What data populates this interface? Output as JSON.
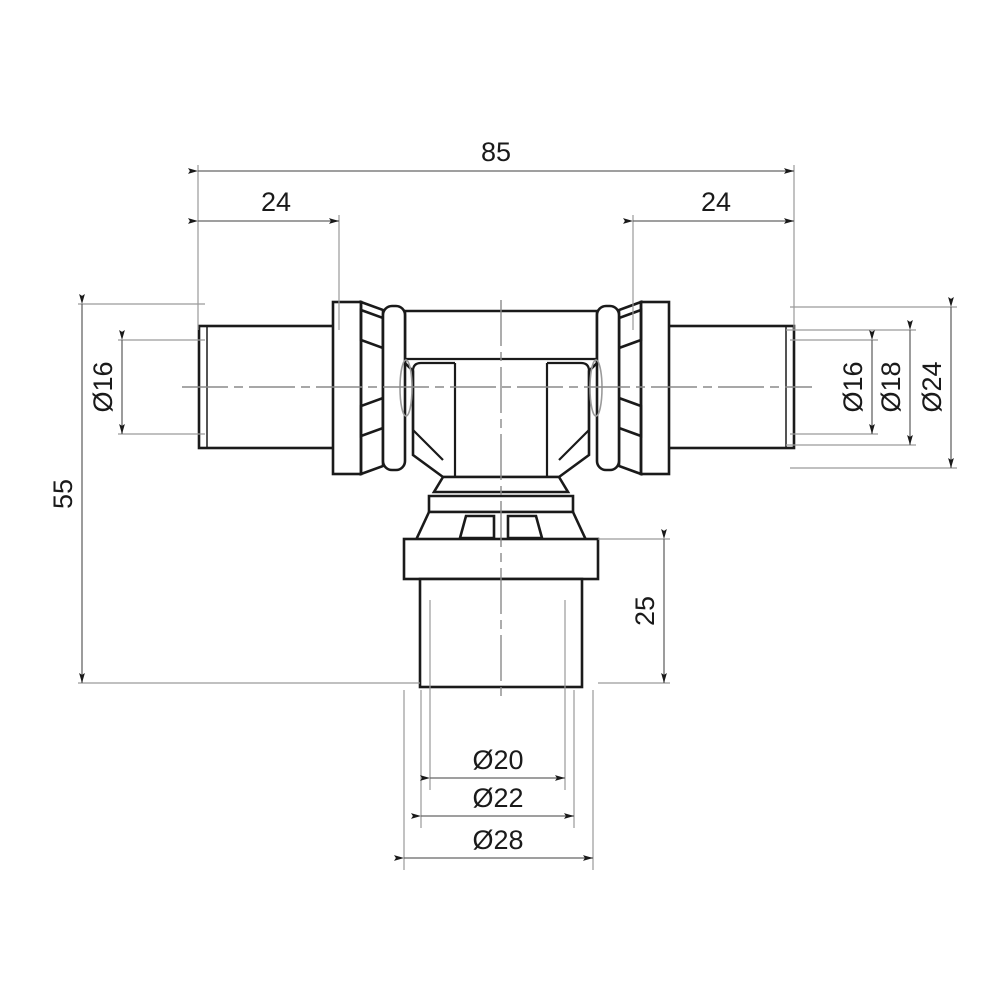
{
  "drawing": {
    "title": "Press fitting tee — dimensioned technical drawing",
    "type": "engineering-drawing",
    "units": "mm",
    "background_color": "#ffffff",
    "line_color": "#1a1a1a",
    "dimension_line_color": "#666666",
    "centerline_color": "#888888"
  },
  "dimensions": {
    "overall_length": "85",
    "left_run": "24",
    "right_run": "24",
    "overall_height": "55",
    "branch_length": "25",
    "left_bore": "Ø16",
    "right_bore": "Ø16",
    "right_mid": "Ø18",
    "right_outer": "Ø24",
    "branch_bore": "Ø20",
    "branch_mid": "Ø22",
    "branch_outer": "Ø28"
  },
  "labels": [
    {
      "id": "len-85",
      "text": "85",
      "orientation": "horizontal"
    },
    {
      "id": "len-24-left",
      "text": "24",
      "orientation": "horizontal"
    },
    {
      "id": "len-24-right",
      "text": "24",
      "orientation": "horizontal"
    },
    {
      "id": "height-55",
      "text": "55",
      "orientation": "vertical"
    },
    {
      "id": "branch-25",
      "text": "25",
      "orientation": "vertical"
    },
    {
      "id": "dia-16-left",
      "text": "Ø16",
      "orientation": "vertical"
    },
    {
      "id": "dia-16-right",
      "text": "Ø16",
      "orientation": "vertical"
    },
    {
      "id": "dia-18-right",
      "text": "Ø18",
      "orientation": "vertical"
    },
    {
      "id": "dia-24-right",
      "text": "Ø24",
      "orientation": "vertical"
    },
    {
      "id": "dia-20-bottom",
      "text": "Ø20",
      "orientation": "horizontal"
    },
    {
      "id": "dia-22-bottom",
      "text": "Ø22",
      "orientation": "horizontal"
    },
    {
      "id": "dia-28-bottom",
      "text": "Ø28",
      "orientation": "horizontal"
    }
  ]
}
